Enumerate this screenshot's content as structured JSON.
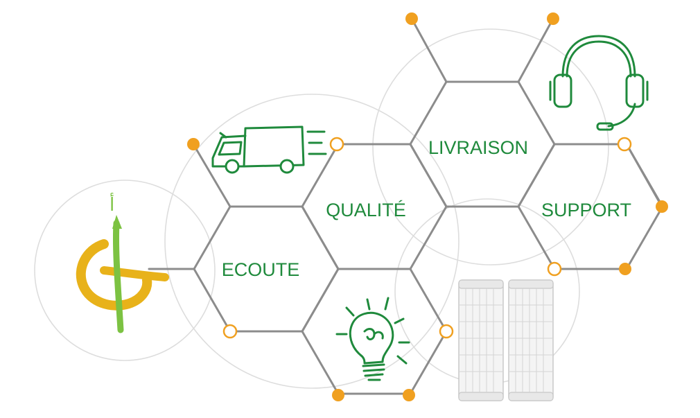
{
  "labels": {
    "ecoute": "ECOUTE",
    "qualite": "QUALITÉ",
    "livraison": "LIVRAISON",
    "support": "SUPPORT"
  },
  "logo_glyph": "أ",
  "colors": {
    "green": "#1f8a3c",
    "orange": "#f0a020",
    "gray_line": "#8c8c8c",
    "circle": "#dddddd",
    "logo_gold": "#e8b21a",
    "logo_green": "#7cc242"
  },
  "icons": [
    "truck-icon",
    "headset-icon",
    "lightbulb-icon",
    "filter-cartridges-icon",
    "logo-icon"
  ]
}
